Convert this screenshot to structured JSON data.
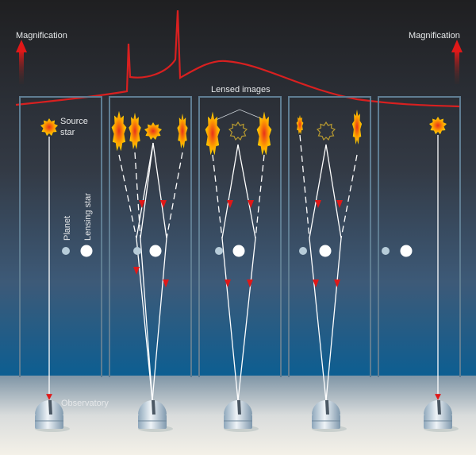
{
  "labels": {
    "magnification_left": "Magnification",
    "magnification_right": "Magnification",
    "lensed_images": "Lensed images",
    "source_star_line1": "Source",
    "source_star_line2": "star",
    "planet": "Planet",
    "lensing_star": "Lensing star",
    "observatory": "Observatory"
  },
  "colors": {
    "curve": "#d82020",
    "panel_border": "#5f7d92",
    "ray": "#ffffff",
    "arrow": "#e01818",
    "planet": "#b7ccd9",
    "lens": "#ffffff"
  }
}
